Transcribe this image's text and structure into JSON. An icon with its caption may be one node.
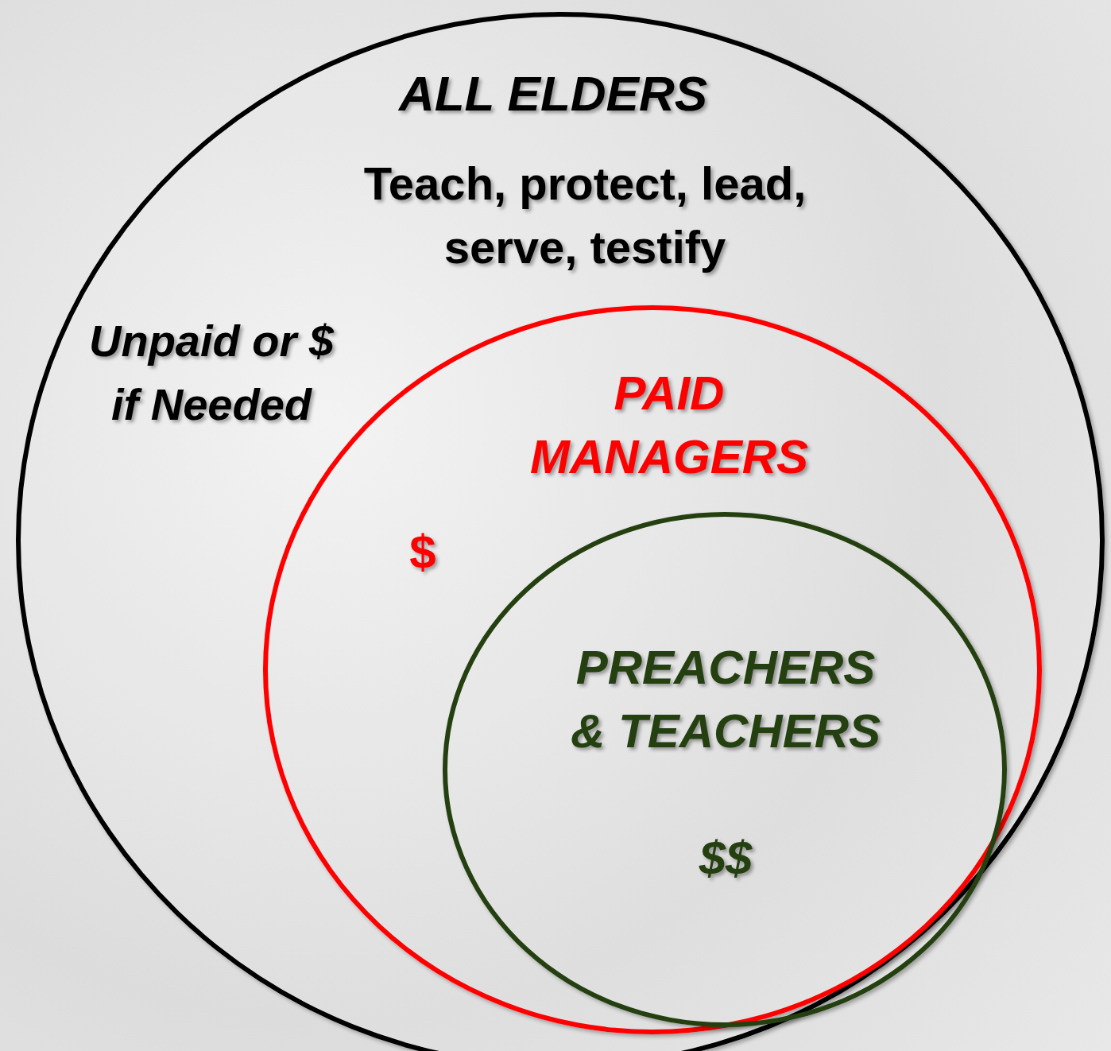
{
  "diagram": {
    "nodes": [
      {
        "text": [
          "ALL ELDERS",
          "Teach, protect, lead, serve, testify",
          "Unpaid or $ if Needed"
        ]
      },
      {
        "text": [
          "PAID MANAGERS",
          "$"
        ],
        "in": 0
      },
      {
        "text": [
          "PREACHERS & TEACHERS",
          "$$"
        ],
        "in": 1
      }
    ],
    "edges": []
  }
}
